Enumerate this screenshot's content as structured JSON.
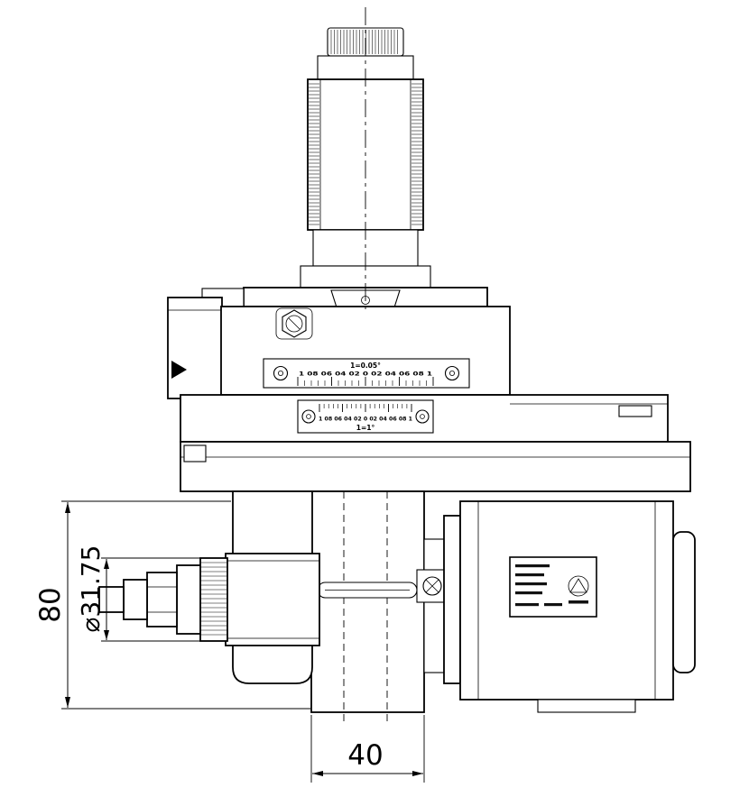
{
  "page": {
    "background": "#ffffff",
    "line_color": "#000000"
  },
  "dims": {
    "height": "80",
    "diameter": "⌀31.75",
    "width": "40"
  },
  "scales": {
    "fine": {
      "label": "1=0.05°",
      "numbers": "1 08 06 04 02 0 02 04 06 08 1"
    },
    "coarse": {
      "label": "1=1°",
      "numbers": "1 08 06 04 02 0 02 04 06 08 1"
    }
  }
}
